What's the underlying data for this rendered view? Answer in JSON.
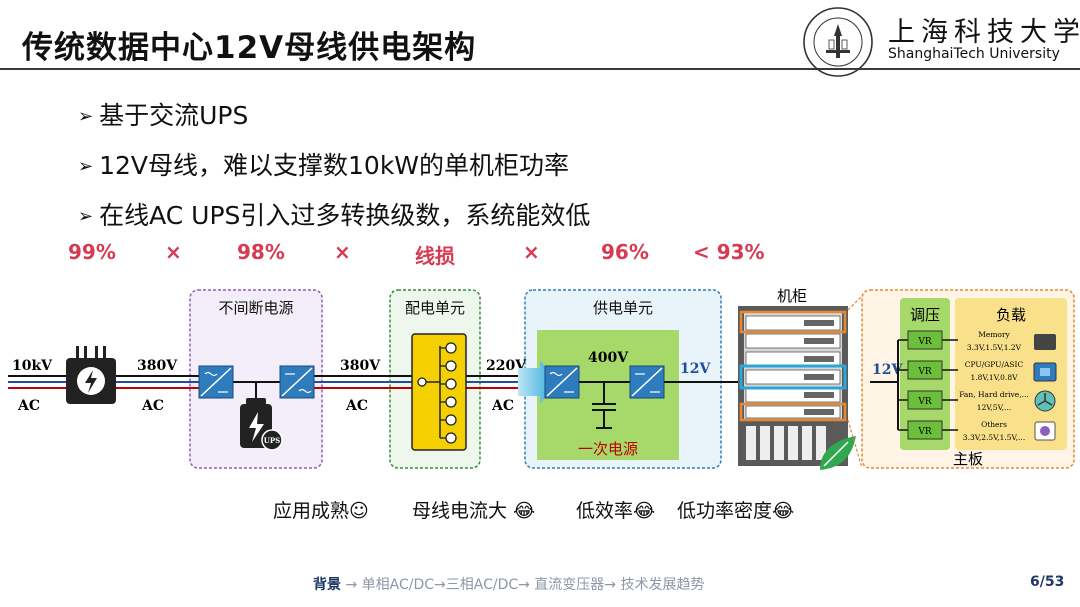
{
  "title": "传统数据中心12V母线供电架构",
  "university": {
    "name_cn": "上海科技大学",
    "name_en": "ShanghaiTech University"
  },
  "bullets": [
    "基于交流UPS",
    "12V母线，难以支撑数10kW的单机柜功率",
    "在线AC UPS引入过多转换级数，系统能效低"
  ],
  "efficiency_chain": {
    "items": [
      "99%",
      "98%",
      "线损",
      "96%",
      "< 93%"
    ],
    "operator": "×",
    "color": "#d63b52"
  },
  "diagram": {
    "input_voltage": "10kV",
    "input_type": "AC",
    "ups_box_title": "不间断电源",
    "ups_label": "UPS",
    "bus1_voltage": "380V",
    "bus1_type": "AC",
    "bus2_voltage": "380V",
    "bus2_type": "AC",
    "pdu_box_title": "配电单元",
    "bus3_voltage": "220V",
    "bus3_type": "AC",
    "psu_box_title": "供电单元",
    "psu_dc_voltage": "400V",
    "psu_out_voltage": "12V",
    "psu_primary_label": "一次电源",
    "rack_title": "机柜",
    "board_bus_voltage": "12V",
    "vr_header": "调压",
    "load_header": "负载",
    "vr_label": "VR",
    "loads": [
      {
        "name": "Memory",
        "voltages": "3.3V,1.5V,1.2V"
      },
      {
        "name": "CPU/GPU/ASIC",
        "voltages": "1.8V,1V,0.8V"
      },
      {
        "name": "Fan, Hard drive,...",
        "voltages": "12V,5V,..."
      },
      {
        "name": "Others",
        "voltages": "3.3V,2.5V,1.5V,..."
      }
    ],
    "board_label": "主板",
    "colors": {
      "ups_border": "#8b5fbf",
      "pdu_border": "#3a8a3a",
      "psu_border": "#2e7cbd",
      "board_border": "#e8872f",
      "red_line": "#c00000",
      "blue_line": "#1f4e9e"
    }
  },
  "evaluations": [
    {
      "text": "应用成熟",
      "emoji": "☺"
    },
    {
      "text": "母线电流大 ",
      "emoji": "😂"
    },
    {
      "text": "低效率",
      "emoji": "😂"
    },
    {
      "text": "低功率密度",
      "emoji": "😂"
    }
  ],
  "footer": {
    "current": "背景",
    "sep": " → ",
    "items": [
      "单相AC/DC→三相AC/DC→ 直流变压器→ 技术发展趋势"
    ],
    "page": "6/53"
  }
}
